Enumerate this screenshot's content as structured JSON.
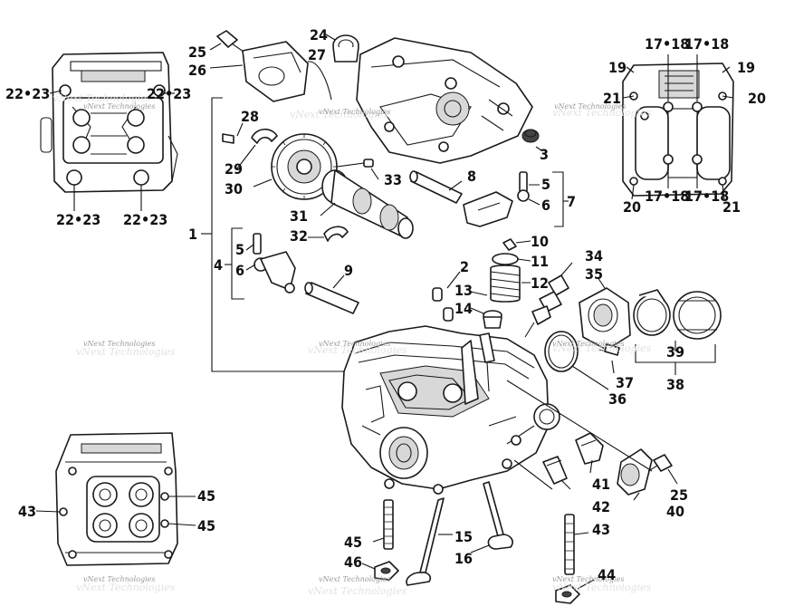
{
  "watermark": "vNext Technologies",
  "callouts": {
    "c1": "1",
    "c2": "2",
    "c3": "3",
    "c4": "4",
    "c5a": "5",
    "c5b": "5",
    "c6a": "6",
    "c6b": "6",
    "c7": "7",
    "c8": "8",
    "c9": "9",
    "c10": "10",
    "c11": "11",
    "c12": "12",
    "c13": "13",
    "c14": "14",
    "c15": "15",
    "c16": "16",
    "c24": "24",
    "c25a": "25",
    "c25b": "25",
    "c26": "26",
    "c27": "27",
    "c28": "28",
    "c29": "29",
    "c30": "30",
    "c31": "31",
    "c32": "32",
    "c33": "33",
    "c34": "34",
    "c35": "35",
    "c36": "36",
    "c37": "37",
    "c38": "38",
    "c39": "39",
    "c40": "40",
    "c41": "41",
    "c42": "42",
    "c43a": "43",
    "c43b": "43",
    "c44": "44",
    "c45a": "45",
    "c45b": "45",
    "c45c": "45",
    "c46": "46",
    "c2223a": "22•23",
    "c2223b": "22•23",
    "c2223c": "22•23",
    "c2223d": "22•23",
    "c1718a": "17•18",
    "c1718b": "17•18",
    "c1718c": "17•18",
    "c1718d": "17•18",
    "c19a": "19",
    "c19b": "19",
    "c20a": "20",
    "c20b": "20",
    "c21a": "21",
    "c21b": "21"
  }
}
